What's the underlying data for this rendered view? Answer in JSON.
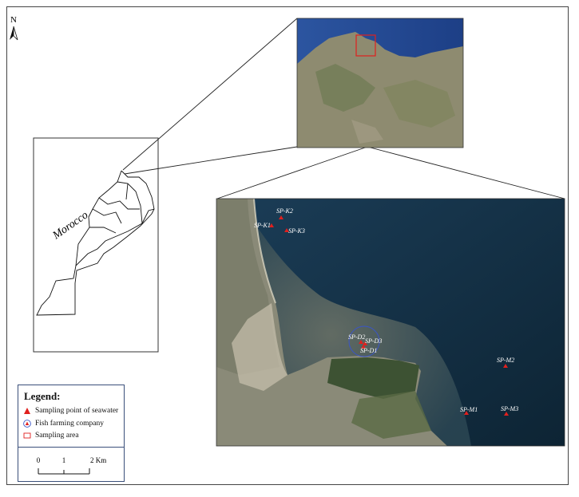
{
  "north_label": "N",
  "country_label": "Morocco",
  "legend": {
    "title": "Legend:",
    "items": [
      {
        "label": "Sampling point of seawater",
        "symbol": "red-triangle"
      },
      {
        "label": "Fish farming company",
        "symbol": "blue-circle-red-triangle"
      },
      {
        "label": "Sampling area",
        "symbol": "red-rectangle"
      }
    ]
  },
  "scale_bar": {
    "ticks": [
      "0",
      "1",
      "2 Km"
    ]
  },
  "sampling_points": [
    {
      "label": "SP-K2"
    },
    {
      "label": "SP-K1"
    },
    {
      "label": "SP-K3"
    },
    {
      "label": "SP-D2"
    },
    {
      "label": "SP-D3"
    },
    {
      "label": "SP-D1"
    },
    {
      "label": "SP-M2"
    },
    {
      "label": "SP-M1"
    },
    {
      "label": "SP-M3"
    }
  ],
  "colors": {
    "sea_deep": "#0f2a3a",
    "land": "#8c8a73",
    "marker": "#e0201e",
    "farm_ring": "#3a55c8",
    "frame": "#444444"
  }
}
